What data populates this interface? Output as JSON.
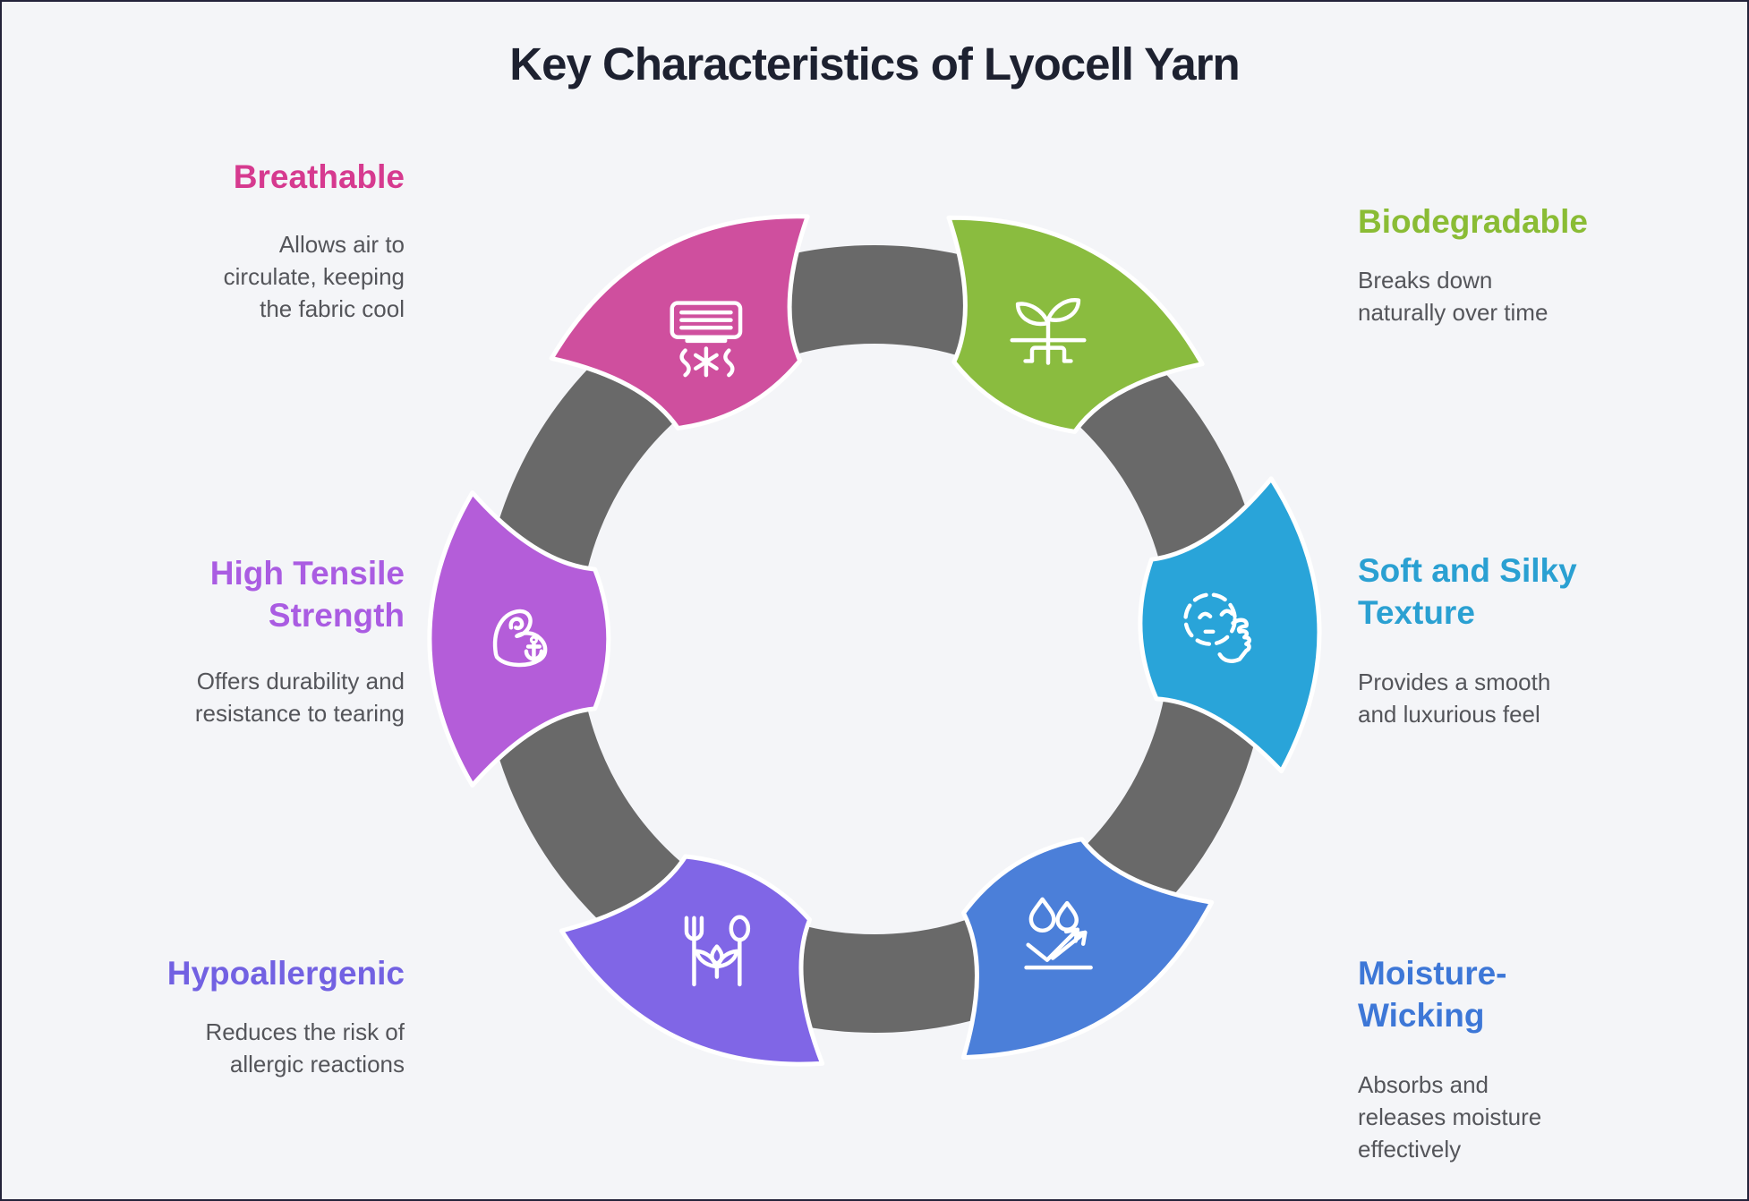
{
  "title": "Key Characteristics of Lyocell Yarn",
  "colors": {
    "background": "#f4f5f8",
    "heading": "#1d2130",
    "description_text": "#54555a",
    "ring_gray": "#696969",
    "icon_stroke": "#ffffff"
  },
  "features": [
    {
      "id": "breathable",
      "title": "Breathable",
      "description": "Allows air to\ncirculate, keeping\nthe fabric cool",
      "title_color": "#d63a8f",
      "segment_color": "#cf4f9e",
      "icon": "air-conditioner-icon"
    },
    {
      "id": "biodegradable",
      "title": "Biodegradable",
      "description": "Breaks down\nnaturally over time",
      "title_color": "#8abc35",
      "segment_color": "#8abc3f",
      "icon": "plant-with-roots-icon"
    },
    {
      "id": "high-tensile-strength",
      "title": "High Tensile\nStrength",
      "description": "Offers durability and\nresistance to tearing",
      "title_color": "#aa5ce2",
      "segment_color": "#b45dd9",
      "icon": "flexed-biceps-icon"
    },
    {
      "id": "soft-and-silky-texture",
      "title": "Soft and Silky\nTexture",
      "description": "Provides a smooth\nand luxurious feel",
      "title_color": "#2aa0d2",
      "segment_color": "#29a4d9",
      "icon": "soft-face-icon"
    },
    {
      "id": "hypoallergenic",
      "title": "Hypoallergenic",
      "description": "Reduces the risk of\nallergic reactions",
      "title_color": "#7261e2",
      "segment_color": "#8066e6",
      "icon": "fork-plant-spoon-icon"
    },
    {
      "id": "moisture-wicking",
      "title": "Moisture-\nWicking",
      "description": "Absorbs and\nreleases moisture\neffectively",
      "title_color": "#3d77d7",
      "segment_color": "#4b7fd9",
      "icon": "droplets-wicking-icon"
    }
  ]
}
